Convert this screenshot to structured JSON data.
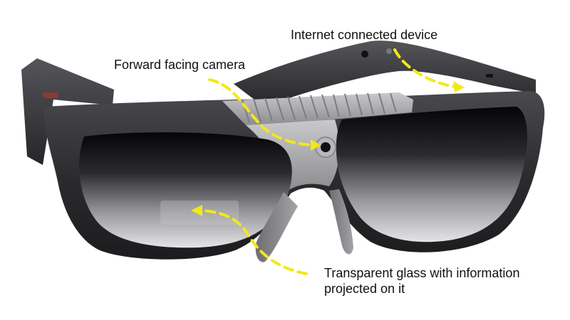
{
  "annotations": {
    "internet_device": "Internet connected device",
    "forward_camera": "Forward facing camera",
    "transparent_glass_line1": "Transparent glass with information",
    "transparent_glass_line2": "projected on it"
  },
  "colors": {
    "arrow": "#f2e817",
    "frame_dark": "#2b2b2d",
    "frame_mid": "#3a3a3d",
    "bridge_metal": "#a9a9ab",
    "lens_top": "#0a0a0c",
    "lens_bottom": "#d8d8da",
    "background": "#ffffff"
  }
}
